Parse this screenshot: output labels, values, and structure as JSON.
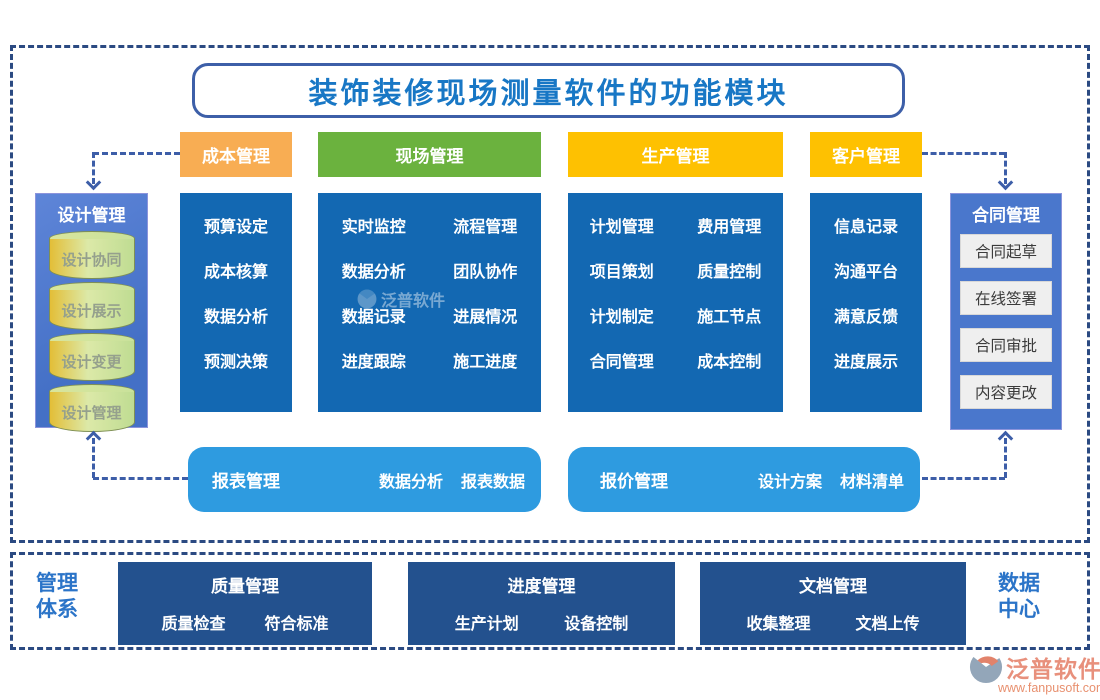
{
  "title": "装饰装修现场测量软件的功能模块",
  "watermark": {
    "text": "泛普软件"
  },
  "columns": [
    {
      "header": "成本管理",
      "items": [
        [
          "预算设定",
          "成本核算",
          "数据分析",
          "预测决策"
        ]
      ]
    },
    {
      "header": "现场管理",
      "items": [
        [
          "实时监控",
          "数据分析",
          "数据记录",
          "进度跟踪"
        ],
        [
          "流程管理",
          "团队协作",
          "进展情况",
          "施工进度"
        ]
      ]
    },
    {
      "header": "生产管理",
      "items": [
        [
          "计划管理",
          "项目策划",
          "计划制定",
          "合同管理"
        ],
        [
          "费用管理",
          "质量控制",
          "施工节点",
          "成本控制"
        ]
      ]
    },
    {
      "header": "客户管理",
      "items": [
        [
          "信息记录",
          "沟通平台",
          "满意反馈",
          "进度展示"
        ]
      ]
    }
  ],
  "design_box": {
    "title": "设计管理",
    "cylinders": [
      "设计协同",
      "设计展示",
      "设计变更",
      "设计管理"
    ]
  },
  "contract_box": {
    "title": "合同管理",
    "buttons": [
      "合同起草",
      "在线签署",
      "合同审批",
      "内容更改"
    ]
  },
  "report_bar": {
    "label": "报表管理",
    "items": [
      "数据分析",
      "报表数据"
    ]
  },
  "quote_bar": {
    "label": "报价管理",
    "items": [
      "设计方案",
      "材料清单"
    ]
  },
  "bottom_section": {
    "left_label_lines": [
      "管理",
      "体系"
    ],
    "right_label_lines": [
      "数据",
      "中心"
    ],
    "boxes": [
      {
        "title": "质量管理",
        "items": [
          "质量检查",
          "符合标准"
        ]
      },
      {
        "title": "进度管理",
        "items": [
          "生产计划",
          "设备控制"
        ]
      },
      {
        "title": "文档管理",
        "items": [
          "收集整理",
          "文档上传"
        ]
      }
    ]
  },
  "logo": {
    "name": "泛普软件",
    "url": "www.fanpusoft.com"
  },
  "colors": {
    "frame_dash": "#2B4A82",
    "connector_dash": "#3D5EA8",
    "title_text": "#1877C5",
    "title_border": "#3D5FA8",
    "header_orange": "#F8AD53",
    "header_green": "#6BB23E",
    "header_gold": "#FEC101",
    "column_blue": "#1368B2",
    "side_box_blue": "#4A77CC",
    "bar_blue": "#2E9BE0",
    "bottom_box_navy": "#23518E",
    "side_text_blue": "#2B74C8",
    "cylinder_yellow": "#E3BE37",
    "cylinder_green": "#BFDC92",
    "button_gray": "#EFEFEF",
    "logo_coral": "#E8907C"
  }
}
